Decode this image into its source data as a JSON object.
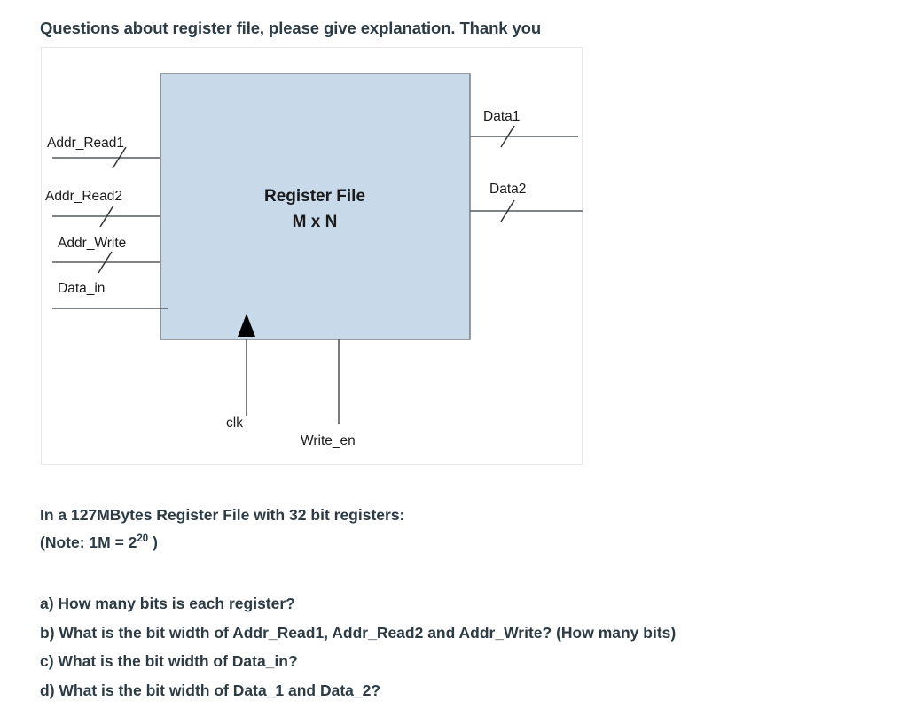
{
  "page": {
    "title": "Questions about register file, please give explanation. Thank you",
    "background_color": "#ffffff",
    "text_color": "#2d3b45"
  },
  "diagram": {
    "block": {
      "name_line1": "Register File",
      "name_line2": "M x N",
      "fill_color": "#c8daea",
      "border_color": "#6f7479"
    },
    "inputs": [
      {
        "label": "Addr_Read1",
        "has_bus_slash": true
      },
      {
        "label": "Addr_Read2",
        "has_bus_slash": true
      },
      {
        "label": "Addr_Write",
        "has_bus_slash": true
      },
      {
        "label": "Data_in",
        "has_bus_slash": false
      }
    ],
    "outputs": [
      {
        "label": "Data1",
        "has_bus_slash": true
      },
      {
        "label": "Data2",
        "has_bus_slash": true
      }
    ],
    "bottom_signals": [
      {
        "label": "clk",
        "marker": "rising-edge-triangle"
      },
      {
        "label": "Write_en",
        "marker": "none"
      }
    ]
  },
  "problem": {
    "statement": "In a 127MBytes Register File with 32 bit registers:",
    "note_prefix": "(Note: 1M =  2",
    "note_exponent": "20",
    "note_suffix": " )",
    "questions": [
      "a) How many bits is each register?",
      "b) What is the bit width of Addr_Read1, Addr_Read2 and Addr_Write? (How many bits)",
      "c) What is the bit width of Data_in?",
      "d) What is the bit width of Data_1 and Data_2?"
    ]
  }
}
